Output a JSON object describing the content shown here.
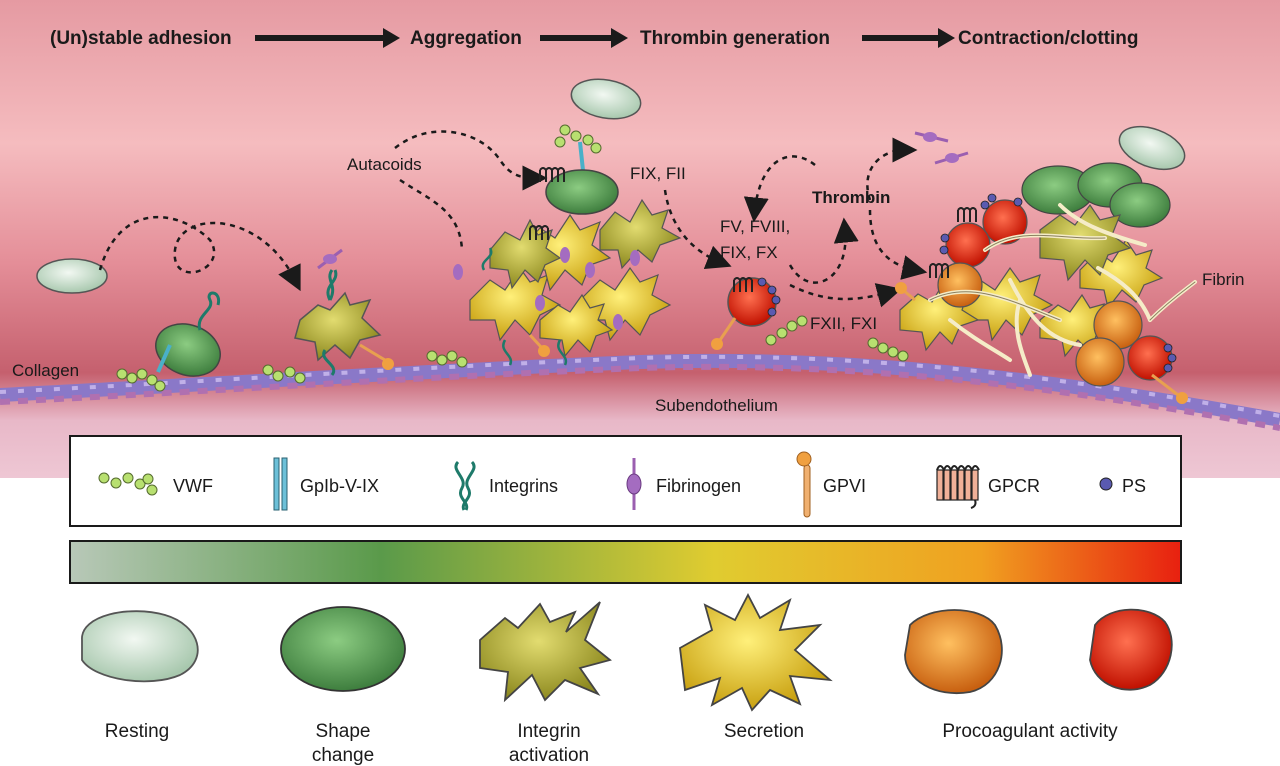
{
  "stages": [
    "(Un)stable adhesion",
    "Aggregation",
    "Thrombin generation",
    "Contraction/clotting"
  ],
  "labels": {
    "autacoids": "Autacoids",
    "fix_fii": "FIX, FII",
    "fv_line1": "FV, FVIII,",
    "fv_line2": "FIX, FX",
    "thrombin": "Thrombin",
    "fxii": "FXII, FXI",
    "fibrin": "Fibrin",
    "collagen": "Collagen",
    "subendothelium": "Subendothelium"
  },
  "legend": [
    {
      "icon": "vwf-icon",
      "label": "VWF"
    },
    {
      "icon": "gpib-icon",
      "label": "GpIb-V-IX"
    },
    {
      "icon": "integrin-icon",
      "label": "Integrins"
    },
    {
      "icon": "fibrinogen-icon",
      "label": "Fibrinogen"
    },
    {
      "icon": "gpvi-icon",
      "label": "GPVI"
    },
    {
      "icon": "gpcr-icon",
      "label": "GPCR"
    },
    {
      "icon": "ps-icon",
      "label": "PS"
    }
  ],
  "platelet_states": [
    {
      "line1": "Resting",
      "line2": ""
    },
    {
      "line1": "Shape",
      "line2": "change"
    },
    {
      "line1": "Integrin",
      "line2": "activation"
    },
    {
      "line1": "Secretion",
      "line2": ""
    },
    {
      "line1": "Procoagulant activity",
      "line2": ""
    }
  ],
  "colors": {
    "bg_top": "#e8a3a8",
    "bg_mid": "#f3b9bb",
    "bg_dark": "#c86a76",
    "gradient_stops": [
      "#b8c8b8",
      "#5a9a4a",
      "#d8cc3a",
      "#f0a020",
      "#e82010"
    ],
    "resting": "#cfe2d2",
    "shape_change": "#5a9a5a",
    "integrin_activation": "#b8b040",
    "secretion": "#e8c828",
    "procoag_orange": "#e88020",
    "procoag_red": "#e02010"
  }
}
